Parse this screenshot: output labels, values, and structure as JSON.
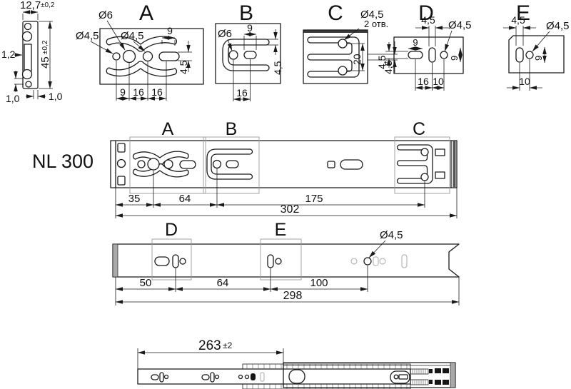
{
  "cross_section": {
    "width": "12,7",
    "width_tol": "±0,2",
    "height": "45",
    "height_tol": "±0,2",
    "wall": "1,2",
    "bottom_left": "1,0",
    "bottom_right": "1,0"
  },
  "details": {
    "a": {
      "label": "A",
      "dia6": "Ø6",
      "dia45": "Ø4,5",
      "dia45_2": "Ø4,5",
      "slot9": "9",
      "slot45": "4,5",
      "d9": "9",
      "d16a": "16",
      "d16b": "16"
    },
    "b": {
      "label": "B",
      "dia6": "Ø6",
      "slot9": "9",
      "slot45": "4,5",
      "d16": "16"
    },
    "c": {
      "label": "C",
      "dia45": "Ø4,5",
      "note": "2 отв.",
      "d20": "20",
      "d45": "4,5"
    },
    "d": {
      "label": "D",
      "d45top": "4,5",
      "dia45": "Ø4,5",
      "d9slot": "9",
      "d45left": "4,5",
      "d9right": "9",
      "d16": "16",
      "d10": "10"
    },
    "e": {
      "label": "E",
      "d45top": "4,5",
      "dia45": "Ø4,5",
      "d9right": "9",
      "d10": "10"
    }
  },
  "top_rail": {
    "model": "NL 300",
    "sa": "A",
    "sb": "B",
    "sc": "C",
    "d35": "35",
    "d64": "64",
    "d175": "175",
    "d302": "302"
  },
  "bottom_rail": {
    "sd": "D",
    "se": "E",
    "dia45": "Ø4,5",
    "d50": "50",
    "d64": "64",
    "d100": "100",
    "d298": "298"
  },
  "assembly": {
    "d263": "263",
    "tol": "±2"
  },
  "colors": {
    "line": "#1a1a1a",
    "ghost": "#a8a8a8",
    "background": "#ffffff"
  }
}
